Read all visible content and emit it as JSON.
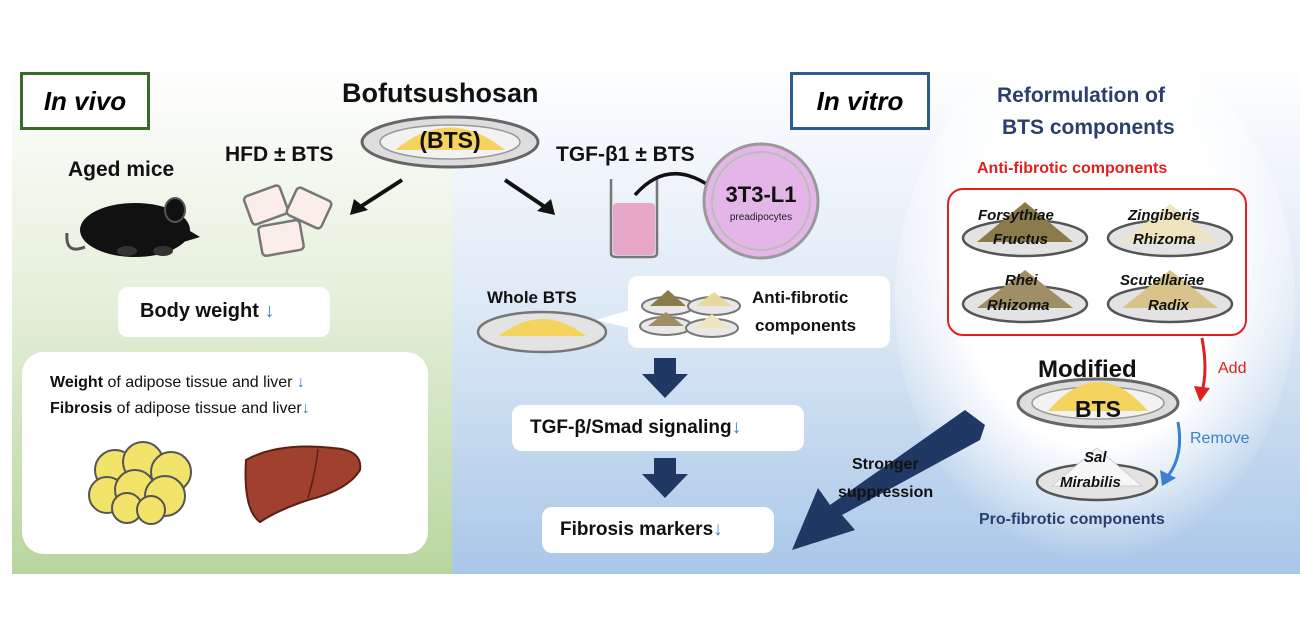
{
  "in_vivo": {
    "tag": "In vivo",
    "title": "Bofutsushosan",
    "bts_abbrev": "(BTS)",
    "aged_mice": "Aged mice",
    "hfd": "HFD ± BTS",
    "body_weight": "Body weight",
    "weight_word": "Weight",
    "weight_rest": " of adipose tissue and liver ",
    "fibrosis_word": "Fibrosis",
    "fibrosis_rest": " of adipose tissue and liver",
    "down_arrow": "↓"
  },
  "in_vitro": {
    "tag": "In vitro",
    "tgf": "TGF-β1 ± BTS",
    "cell_name": "3T3-L1",
    "cell_sub": "preadipocytes",
    "whole_bts": "Whole BTS",
    "anti_fibrotic_1": "Anti-fibrotic",
    "anti_fibrotic_2": "components",
    "smad": "TGF-β/Smad signaling",
    "fibrosis_markers": "Fibrosis markers",
    "stronger_1": "Stronger",
    "stronger_2": "suppression"
  },
  "reformulation": {
    "title_1": "Reformulation of",
    "title_2": "BTS components",
    "anti_fibrotic_components": "Anti-fibrotic components",
    "herbs": [
      {
        "line1": "Forsythiae",
        "line2": "Fructus"
      },
      {
        "line1": "Zingiberis",
        "line2": "Rhizoma"
      },
      {
        "line1": "Rhei",
        "line2": "Rhizoma"
      },
      {
        "line1": "Scutellariae",
        "line2": "Radix"
      }
    ],
    "modified_1": "Modified",
    "modified_2": "BTS",
    "add": "Add",
    "remove": "Remove",
    "sal_1": "Sal",
    "sal_2": "Mirabilis",
    "pro_fibrotic": "Pro-fibrotic components"
  },
  "colors": {
    "in_vivo_bg": "#d6e8c4",
    "in_vitro_bg": "#c9dcef",
    "navy_arrow": "#1f3864",
    "red": "#e0201f",
    "blue_arrow": "#3b7fd0",
    "title_blue": "#2b3f6e",
    "liver": "#a0402e",
    "fat": "#f2e36a",
    "powder": "#f4d35e"
  }
}
